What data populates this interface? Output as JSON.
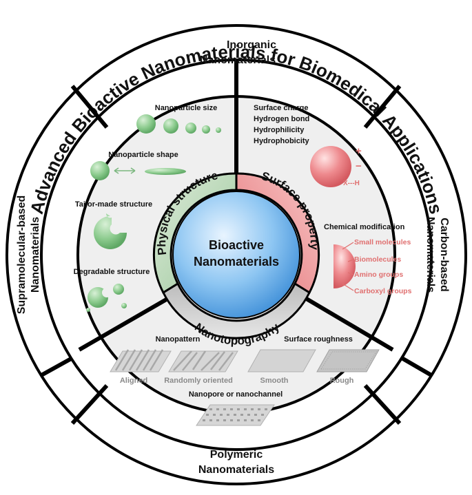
{
  "title": "Advanced Bioactive Nanomaterials for Biomedical Applications",
  "outer_sections": {
    "inorganic": [
      "Inorganic",
      "Nanomaterials"
    ],
    "carbon": [
      "Carbon-based",
      "Nanomaterials"
    ],
    "polymeric": [
      "Polymeric",
      "Nanomaterials"
    ],
    "supramolecular": [
      "Supramolecular-based",
      "Nanomaterials"
    ]
  },
  "center": [
    "Bioactive",
    "Nanomaterials"
  ],
  "sectors": {
    "physical": "Physical structure",
    "surface": "Surface property",
    "nanotopography": "Nanotopography"
  },
  "physical_items": {
    "size": "Nanoparticle size",
    "shape": "Nanoparticle shape",
    "tailor": "Tailor-made structure",
    "degradable": "Degradable structure"
  },
  "surface_items": {
    "props": [
      "Surface charge",
      "Hydrogen bond",
      "Hydrophilicity",
      "Hydrophobicity"
    ],
    "plus": "+",
    "minus": "−",
    "xh": "X---H",
    "chemical": "Chemical modification",
    "groups": [
      "Small molecules",
      "Biomolecules",
      "Amino groups",
      "Carboxyl groups"
    ]
  },
  "topography_items": {
    "nanopattern": "Nanopattern",
    "roughness": "Surface roughness",
    "aligned": "Aligned",
    "random": "Randomly oriented",
    "smooth": "Smooth",
    "rough": "Rough",
    "nanopore": "Nanopore or nanochannel"
  },
  "colors": {
    "green": "#7cb882",
    "green_light": "#c8dfc4",
    "red": "#e06a6e",
    "red_light": "#f0b8b8",
    "gray": "#b8b8b8",
    "blue": "#6aaee6",
    "inner_fill": "#eeeeee",
    "item_green": "#7bb77f",
    "item_red": "#e07070"
  }
}
